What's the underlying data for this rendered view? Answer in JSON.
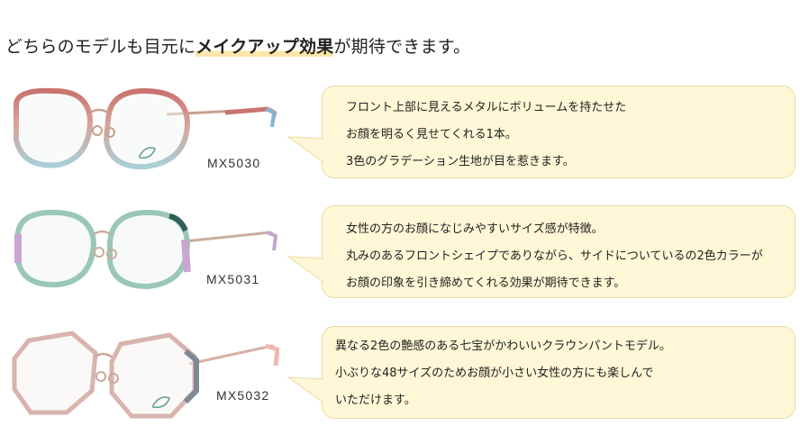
{
  "headline": {
    "prefix": "どちらのモデルも目元に",
    "emphasis": "メイクアップ効果",
    "suffix": "が期待できます。"
  },
  "products": [
    {
      "model": "MX5030",
      "colors": {
        "rim_top": "#c9736f",
        "rim_bottom": "#a9cfd8",
        "temple": "#c98a80",
        "tip": "#7fb4d0"
      },
      "lines": [
        "フロント上部に見えるメタルにボリュームを持たせた",
        "お顔を明るく見せてくれる1本。",
        "3色のグラデーション生地が目を惹きます。"
      ]
    },
    {
      "model": "MX5031",
      "colors": {
        "rim_top": "#9ac7b6",
        "rim_bottom": "#c9a6cf",
        "temple": "#c9ad9c",
        "tip": "#c4a7cf"
      },
      "lines": [
        "女性の方のお顔になじみやすいサイズ感が特徴。",
        "丸みのあるフロントシェイプでありながら、サイドについているの2色カラーが",
        "お顔の印象を引き締めてくれる効果が期待できます。"
      ]
    },
    {
      "model": "MX5032",
      "colors": {
        "rim_top": "#d9b3ad",
        "rim_bottom": "#d9b3ad",
        "temple": "#d8b0a6",
        "tip": "#f0b8b0"
      },
      "lines": [
        "異なる2色の艶感のある七宝がかわいいクラウンパントモデル。",
        "小ぶりな48サイズのためお顔が小さい女性の方にも楽しんで",
        "いただけます。"
      ]
    }
  ],
  "theme": {
    "bubble_bg": "#fff7d6",
    "bubble_border": "#ecd9a3",
    "highlight": "#fde7a8"
  }
}
